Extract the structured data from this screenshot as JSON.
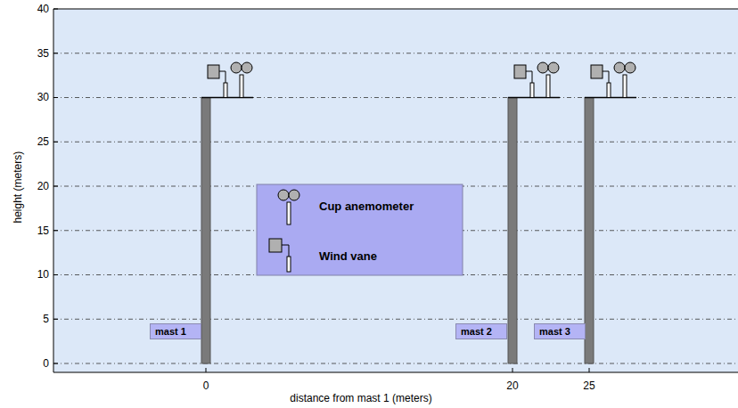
{
  "diagram": {
    "nodes": [
      {
        "text": [
          "mast 1"
        ]
      },
      {
        "text": [
          "mast 2"
        ]
      },
      {
        "text": [
          "mast 3"
        ]
      }
    ],
    "labels": [
      "40",
      "35",
      "30",
      "25",
      "20",
      "15",
      "10",
      "5",
      "0",
      "0",
      "20",
      "25",
      "height (meters)",
      "distance from mast 1 (meters)"
    ],
    "legend": [
      {
        "text": "Cup anemometer"
      },
      {
        "text": "Wind vane"
      }
    ]
  }
}
